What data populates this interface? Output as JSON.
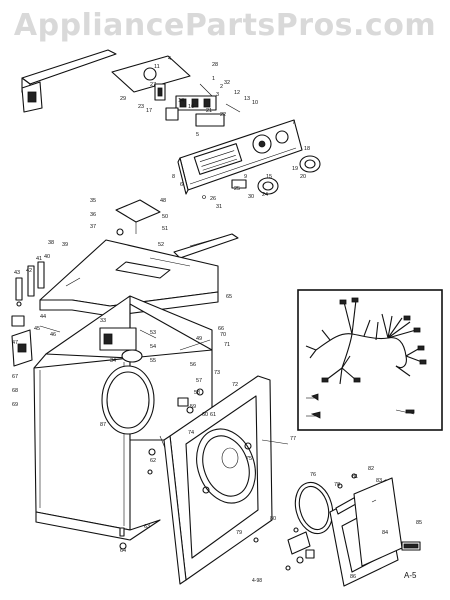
{
  "watermark": "AppliancePartsPros.com",
  "diagram_ref": "A-5",
  "footer_code": "4-98",
  "callouts": [
    "1",
    "2",
    "3",
    "4",
    "5",
    "6",
    "7",
    "8",
    "9",
    "10",
    "11",
    "12",
    "13",
    "14",
    "15",
    "16",
    "17",
    "18",
    "19",
    "20",
    "21",
    "22",
    "23",
    "24",
    "25",
    "26",
    "27",
    "28",
    "29",
    "30",
    "31",
    "32",
    "33",
    "34",
    "35",
    "36",
    "37",
    "38",
    "39",
    "40",
    "41",
    "42",
    "43",
    "44",
    "45",
    "46",
    "47",
    "48",
    "49",
    "50",
    "51",
    "52",
    "53",
    "54",
    "55",
    "56",
    "57",
    "58",
    "59",
    "60",
    "61",
    "62",
    "63",
    "64",
    "65",
    "66",
    "67",
    "68",
    "69",
    "70",
    "71",
    "72",
    "73",
    "74",
    "75",
    "76",
    "77",
    "78",
    "79",
    "80",
    "81",
    "82",
    "83",
    "84",
    "85",
    "86",
    "87"
  ]
}
